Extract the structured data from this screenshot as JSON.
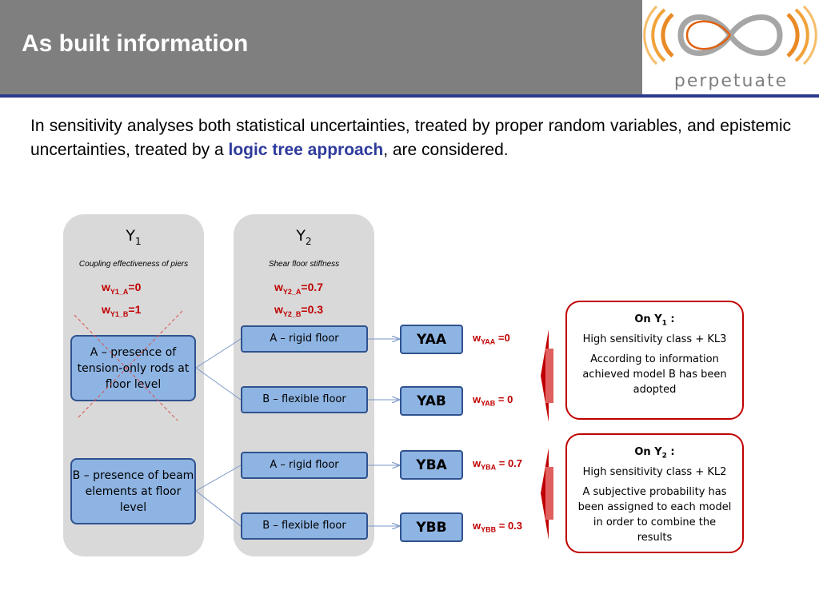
{
  "header": {
    "title": "As built information",
    "logo_text": "perpetuate"
  },
  "intro": {
    "text_before": "In sensitivity analyses both statistical uncertainties, treated by proper random variables, and epistemic uncertainties, treated by a ",
    "highlight": "logic tree approach",
    "text_after": ", are considered."
  },
  "columns": {
    "y1": {
      "title": "Y",
      "title_sub": "1",
      "subtitle": "Coupling effectiveness of piers",
      "weights": [
        {
          "w": "w",
          "sub": "Y1_A",
          "value": "=0"
        },
        {
          "w": "w",
          "sub": "Y1_B",
          "value": "=1"
        }
      ],
      "nodes": [
        {
          "prefix": "A –",
          "text": " presence of tension-only rods at floor level"
        },
        {
          "prefix": "B –",
          "text": " presence of beam elements at floor level"
        }
      ]
    },
    "y2": {
      "title": "Y",
      "title_sub": "2",
      "subtitle": "Shear floor stiffness",
      "weights": [
        {
          "w": "w",
          "sub": "Y2_A",
          "value": "=0.7"
        },
        {
          "w": "w",
          "sub": "Y2_B",
          "value": "=0.3"
        }
      ],
      "nodes": [
        {
          "prefix": "A –",
          "text": " rigid floor"
        },
        {
          "prefix": "B –",
          "text": " flexible floor"
        },
        {
          "prefix": "A –",
          "text": " rigid floor"
        },
        {
          "prefix": "B –",
          "text": " flexible floor"
        }
      ]
    }
  },
  "leaves": [
    {
      "label": "YAA",
      "w": "w",
      "sub": "YAA",
      "value": " =0"
    },
    {
      "label": "YAB",
      "w": "w",
      "sub": "YAB",
      "value": " = 0"
    },
    {
      "label": "YBA",
      "w": "w",
      "sub": "YBA",
      "value": " = 0.7"
    },
    {
      "label": "YBB",
      "w": "w",
      "sub": "YBB",
      "value": " = 0.3"
    }
  ],
  "notes": [
    {
      "head": "On Y",
      "head_sub": "1",
      "head_tail": " :",
      "line1": "High sensitivity class + KL3",
      "body": "According to information achieved  model B has been adopted"
    },
    {
      "head": "On Y",
      "head_sub": "2",
      "head_tail": " :",
      "line1": "High sensitivity class + KL2",
      "body": "A subjective probability  has been assigned to each model in order to combine the results"
    }
  ],
  "colors": {
    "header_bg": "#7f7f7f",
    "rule": "#2b3a8f",
    "node_fill": "#8eb4e3",
    "node_border": "#2f528f",
    "accent_red": "#c00000",
    "highlight_blue": "#2e3b9c"
  }
}
